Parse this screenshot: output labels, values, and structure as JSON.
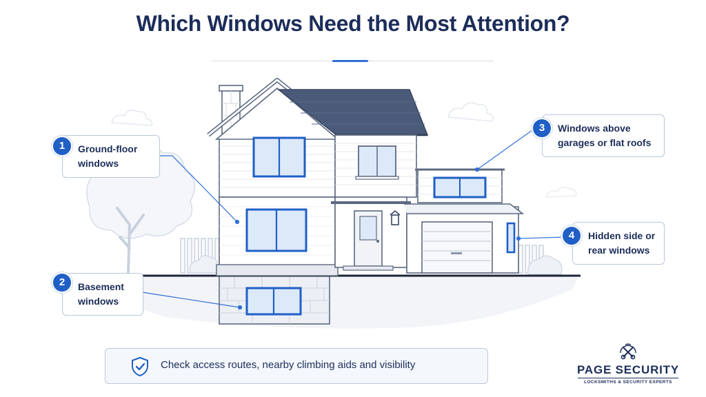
{
  "title": "Which Windows Need the Most Attention?",
  "callouts": [
    {
      "number": "1",
      "label": "Ground-floor windows"
    },
    {
      "number": "2",
      "label": "Basement windows"
    },
    {
      "number": "3",
      "label": "Windows above garages or flat roofs"
    },
    {
      "number": "4",
      "label": "Hidden side or rear windows"
    }
  ],
  "tip": {
    "icon": "shield-check-icon",
    "text": "Check access routes, nearby climbing aids and visibility"
  },
  "brand": {
    "name": "PAGE SECURITY",
    "tagline": "LOCKSMITHS & SECURITY EXPERTS",
    "icon": "crossed-keys-crest-icon"
  },
  "colors": {
    "accent": "#1f5fc6",
    "navy": "#1c2d5a",
    "roof": "#4a5a78",
    "window_glass": "#dce9f9"
  }
}
